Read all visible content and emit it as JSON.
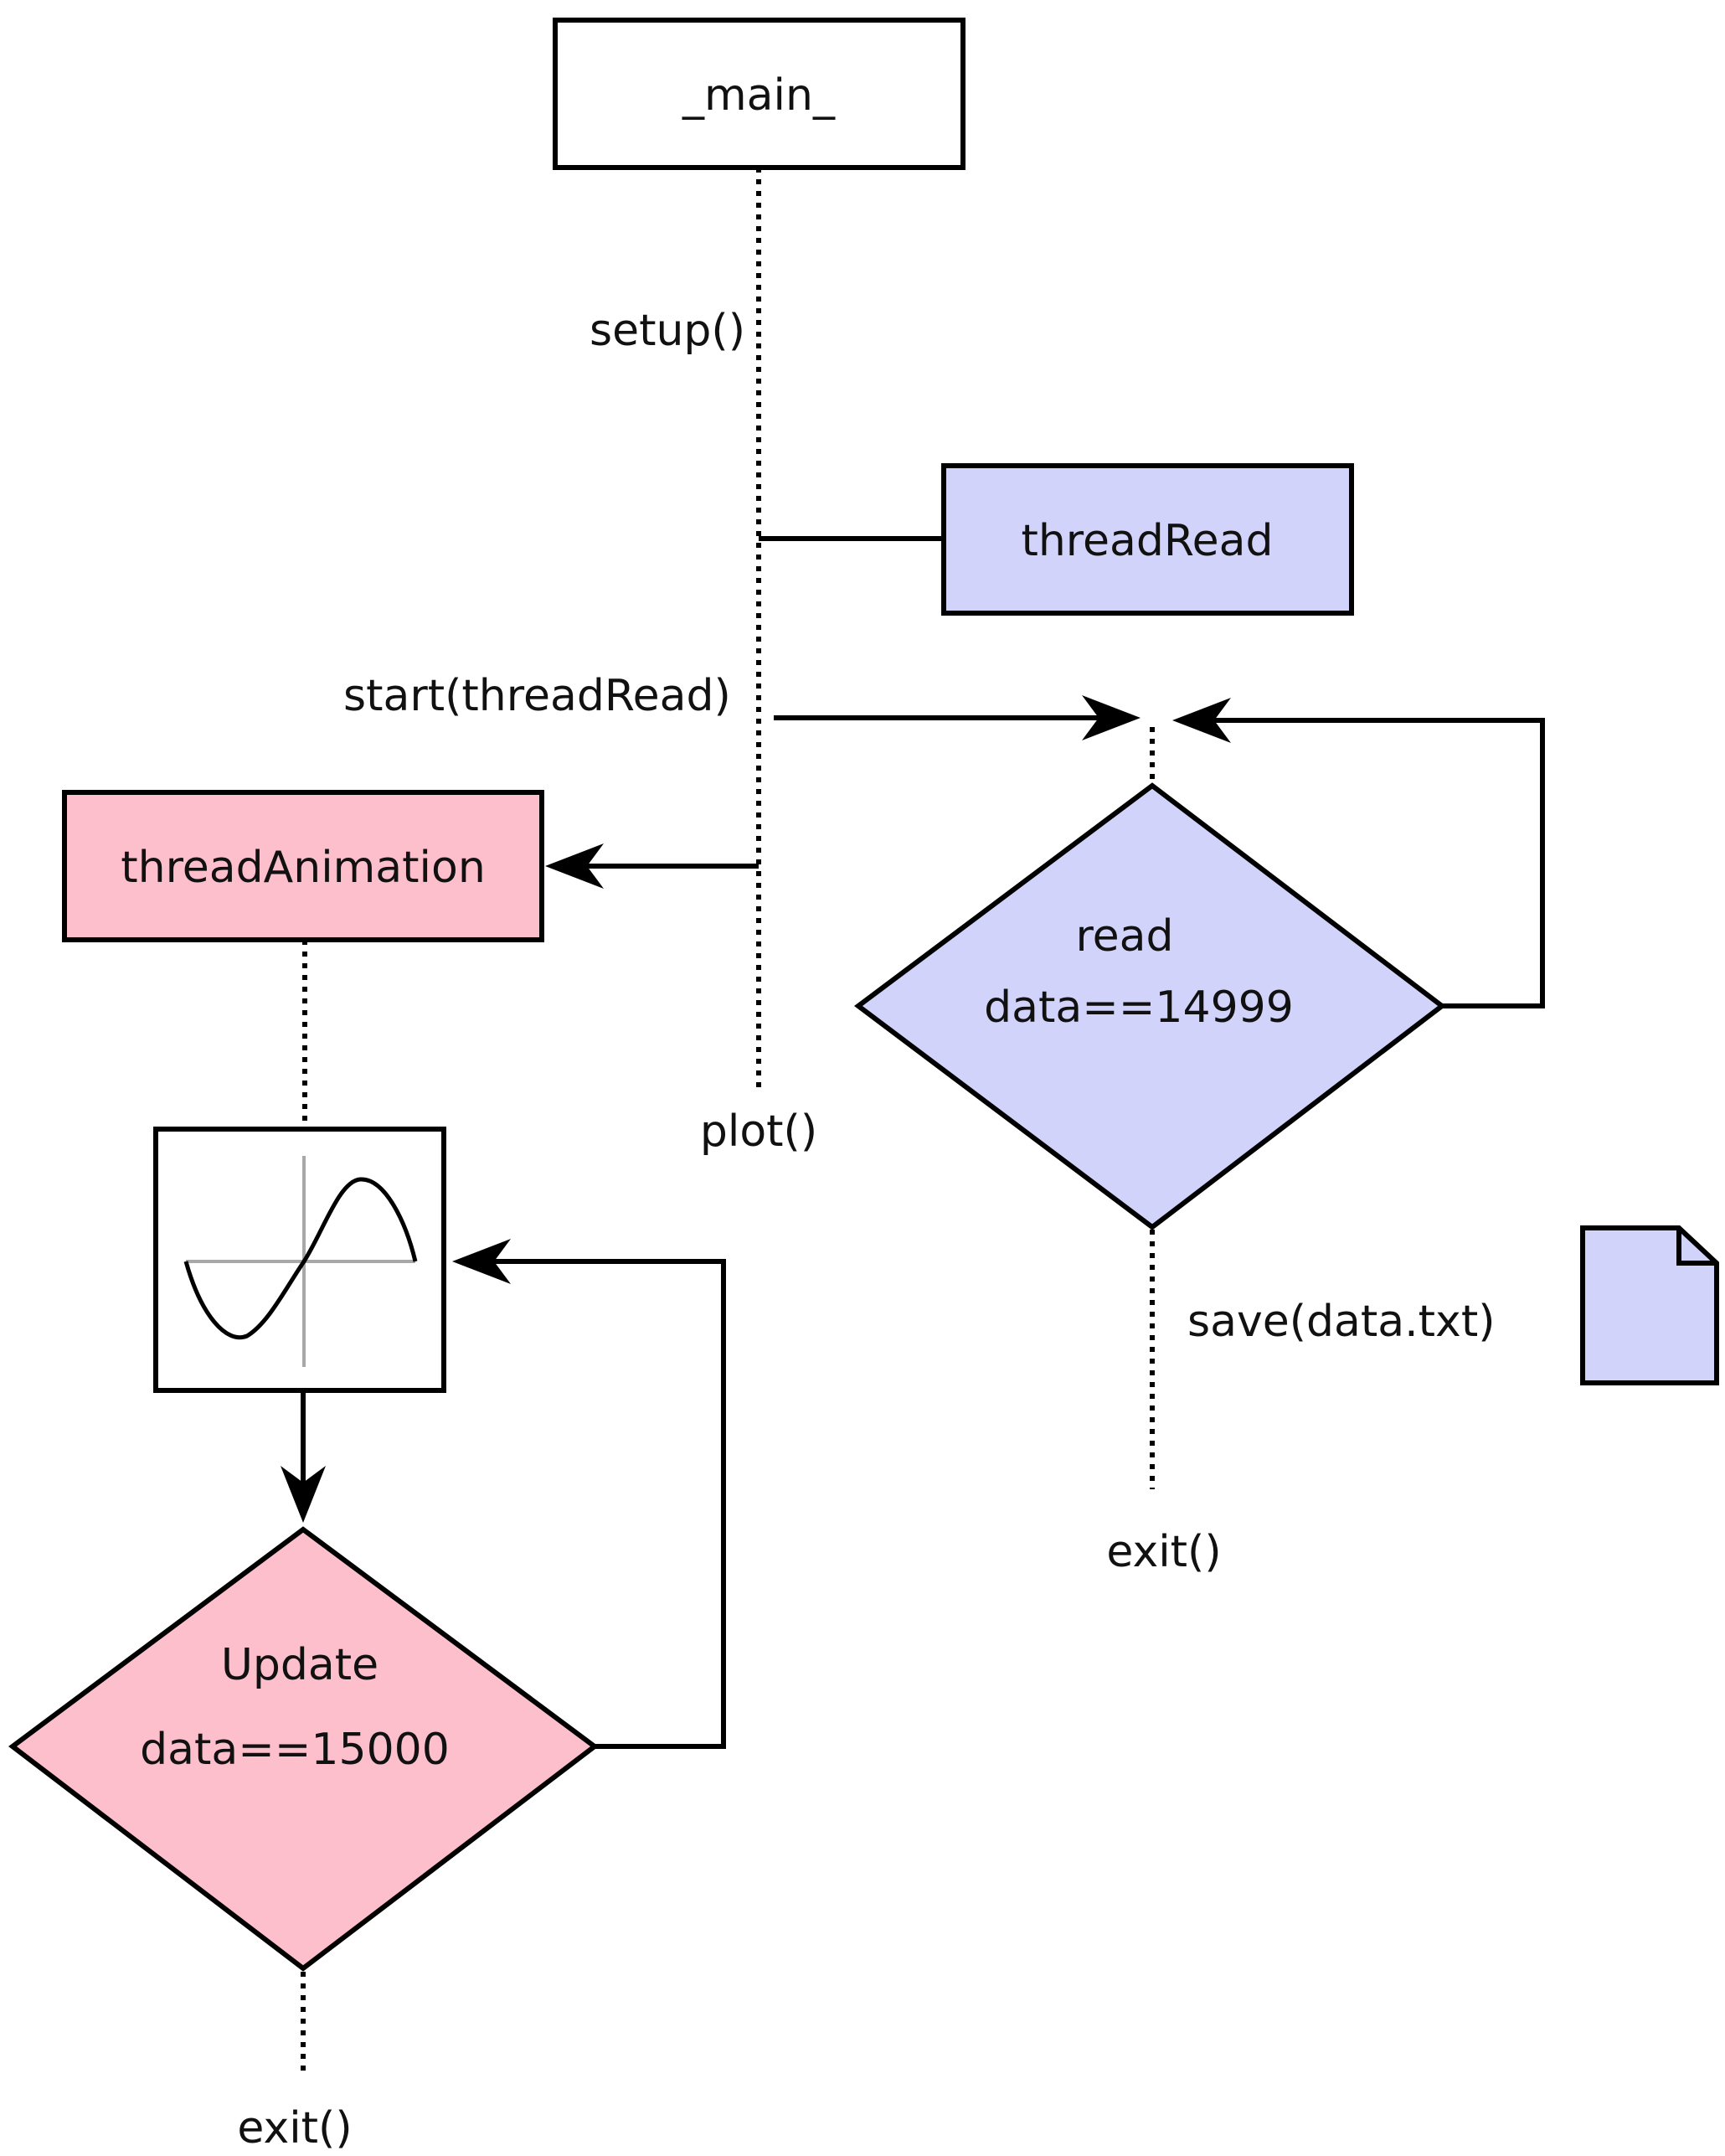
{
  "colors": {
    "read_thread_fill": "#D2D3FA",
    "animation_thread_fill": "#FCBFCB",
    "white_fill": "#FFFFFF",
    "line": "#000000",
    "graph_axis": "#A8A8A8"
  },
  "nodes": {
    "main": "_main_",
    "thread_read": "threadRead",
    "thread_animation": "threadAnimation",
    "read_decision": {
      "line1": "read",
      "line2": "data==14999"
    },
    "update_decision": {
      "line1": "Update",
      "line2": "data==15000"
    }
  },
  "labels": {
    "setup": "setup()",
    "start_thread_read": "start(threadRead)",
    "plot": "plot()",
    "save": "save(data.txt)",
    "exit_read": "exit()",
    "exit_animation": "exit()"
  },
  "icons": {
    "plot_graph": "sine-wave-graph-icon",
    "data_file": "document-file-icon"
  }
}
